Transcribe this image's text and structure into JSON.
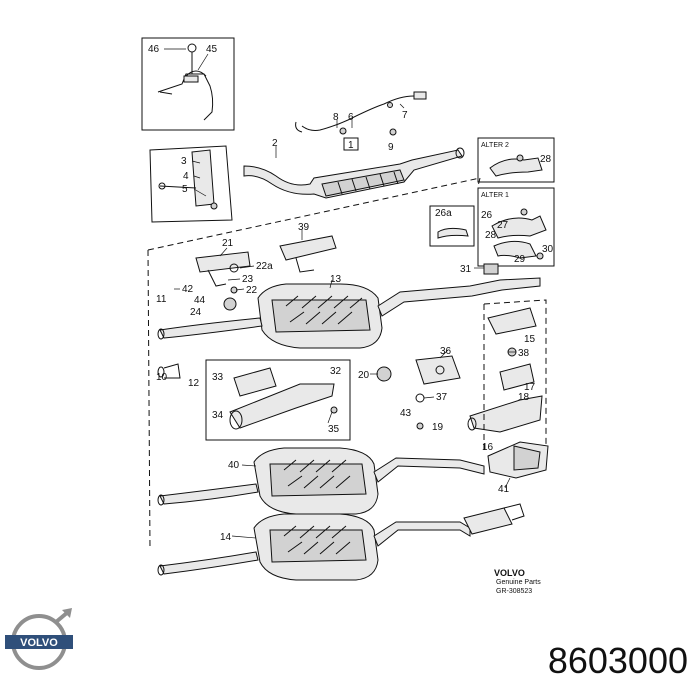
{
  "part_number": "8603000",
  "brand": "VOLVO",
  "footer": {
    "brand": "VOLVO",
    "line1": "Genuine Parts",
    "line2": "GR-308523"
  },
  "alter_labels": [
    "ALTER 2",
    "ALTER 1"
  ],
  "box_labels": [
    "1",
    "26a",
    "32"
  ],
  "callouts": [
    "46",
    "45",
    "8",
    "6",
    "7",
    "9",
    "1",
    "2",
    "3",
    "4",
    "5",
    "ALTER 2",
    "28",
    "ALTER 1",
    "26",
    "27",
    "28",
    "30",
    "29",
    "26a",
    "21",
    "39",
    "13",
    "22a",
    "23",
    "22",
    "42",
    "44",
    "24",
    "11",
    "10",
    "12",
    "31",
    "15",
    "38",
    "17",
    "18",
    "16",
    "36",
    "20",
    "37",
    "43",
    "19",
    "33",
    "34",
    "35",
    "40",
    "41",
    "14"
  ]
}
